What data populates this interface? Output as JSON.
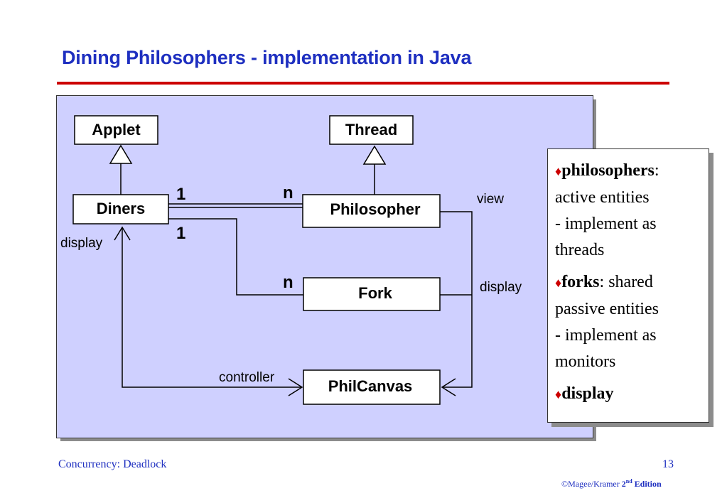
{
  "slide": {
    "title": "Dining Philosophers - implementation in Java",
    "footer_left": "Concurrency: Deadlock",
    "page_number": "13",
    "copyright": "©Magee/Kramer",
    "edition_num": "2",
    "edition_sup": "nd",
    "edition_word": "Edition"
  },
  "diagram": {
    "classes": {
      "applet": "Applet",
      "thread": "Thread",
      "diners": "Diners",
      "philosopher": "Philosopher",
      "fork": "Fork",
      "philcanvas": "PhilCanvas"
    },
    "multiplicities": {
      "diners_philosopher_1": "1",
      "diners_philosopher_n": "n",
      "diners_fork_1": "1",
      "diners_fork_n": "n"
    },
    "labels": {
      "view": "view",
      "display_left": "display",
      "display_right": "display",
      "controller": "controller"
    }
  },
  "notes": {
    "philosophers_term": "philosophers",
    "philosophers_colon": ":",
    "philosophers_desc1": "active entities",
    "philosophers_desc2": "- implement as",
    "philosophers_desc3": "threads",
    "forks_term": "forks",
    "forks_rest": ": shared",
    "forks_desc1": "passive entities",
    "forks_desc2": "- implement as",
    "forks_desc3": "monitors",
    "display_term": "display",
    "bullet_icon": "diamond-bullet-icon",
    "bullet_color": "#cc0000"
  },
  "colors": {
    "title": "#1e2fc0",
    "rule": "#cc0000",
    "panel": "#cfd0ff"
  }
}
